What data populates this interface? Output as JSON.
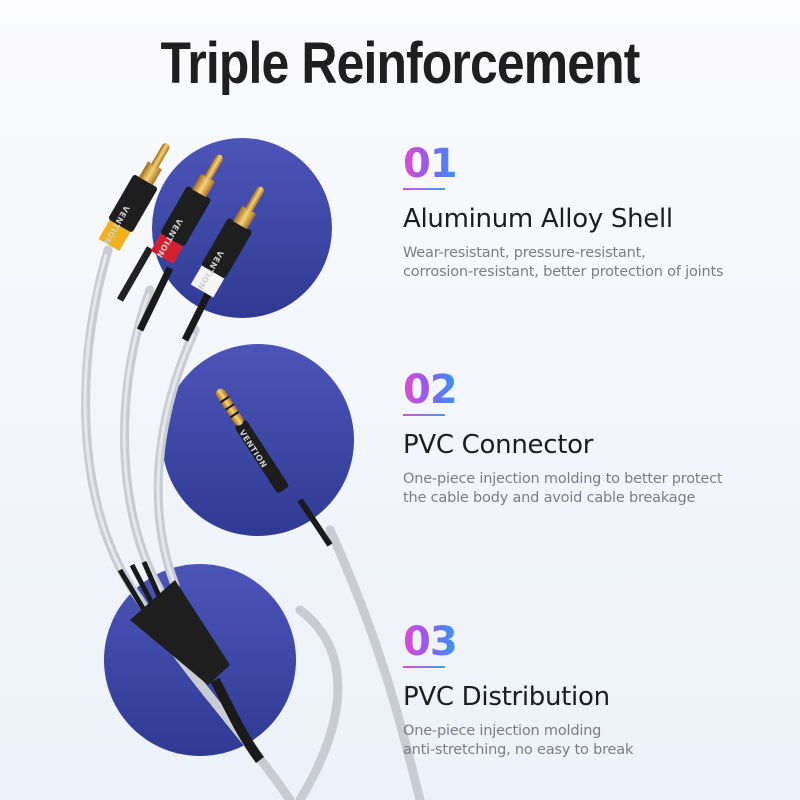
{
  "title": "Triple Reinforcement",
  "features": [
    {
      "number": "01",
      "heading": "Aluminum Alloy Shell",
      "description_lines": [
        "Wear-resistant, pressure-resistant,",
        "corrosion-resistant, better protection of joints"
      ]
    },
    {
      "number": "02",
      "heading": "PVC Connector",
      "description_lines": [
        "One-piece injection molding to better protect",
        "the cable body and avoid cable breakage"
      ]
    },
    {
      "number": "03",
      "heading": "PVC Distribution",
      "description_lines": [
        "One-piece injection molding",
        "anti-stretching, no easy to break"
      ]
    }
  ],
  "product": {
    "brand_mark": "VENTION",
    "circles": [
      {
        "label": "RCA plugs (yellow, red, white)"
      },
      {
        "label": "3.5mm jack"
      },
      {
        "label": "Y splitter"
      }
    ]
  },
  "colors": {
    "circle_blue": "#3d48a8",
    "number_gradient_start": "#e24bd0",
    "number_gradient_end": "#2f9bf5",
    "rca_yellow": "#f0b21d",
    "rca_red": "#d3202e",
    "rca_white": "#f5f5f5",
    "gold": "#d9a441"
  }
}
